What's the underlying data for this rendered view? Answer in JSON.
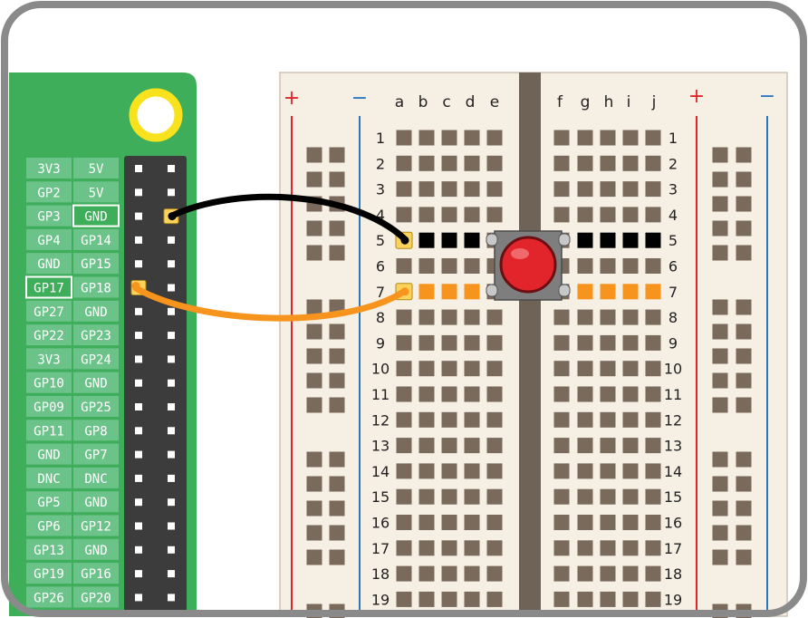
{
  "pi": {
    "left_labels": [
      "3V3",
      "GP2",
      "GP3",
      "GP4",
      "GND",
      "GP17",
      "GP27",
      "GP22",
      "3V3",
      "GP10",
      "GP09",
      "GP11",
      "GND",
      "DNC",
      "GP5",
      "GP6",
      "GP13",
      "GP19",
      "GP26"
    ],
    "right_labels": [
      "5V",
      "5V",
      "GND",
      "GP14",
      "GP15",
      "GP18",
      "GND",
      "GP23",
      "GP24",
      "GND",
      "GP25",
      "GP8",
      "GP7",
      "DNC",
      "GND",
      "GP12",
      "GND",
      "GP16",
      "GP20"
    ],
    "highlight_left": [
      5
    ],
    "highlight_right": [
      2
    ]
  },
  "breadboard": {
    "columns_left": [
      "a",
      "b",
      "c",
      "d",
      "e"
    ],
    "columns_right": [
      "f",
      "g",
      "h",
      "i",
      "j"
    ],
    "rows": [
      "1",
      "2",
      "3",
      "4",
      "5",
      "6",
      "7",
      "8",
      "9",
      "10",
      "11",
      "12",
      "13",
      "14",
      "15",
      "16",
      "17",
      "18",
      "19"
    ],
    "plus_sign": "+",
    "minus_sign": "−"
  },
  "wires": {
    "gnd_wire_color": "#000000",
    "signal_wire_color": "#f7941d"
  },
  "colors": {
    "pi_green": "#3fae5a",
    "pi_label_green": "#6cc38a",
    "header_dark": "#3c3c3c",
    "board": "#f6efe4",
    "hole": "#7a6a5c",
    "center_channel": "#6e6356",
    "rail_red": "#e2252b",
    "rail_blue": "#2877c0",
    "button_red": "#e2252b",
    "pad_yellow": "#fbd25a"
  }
}
